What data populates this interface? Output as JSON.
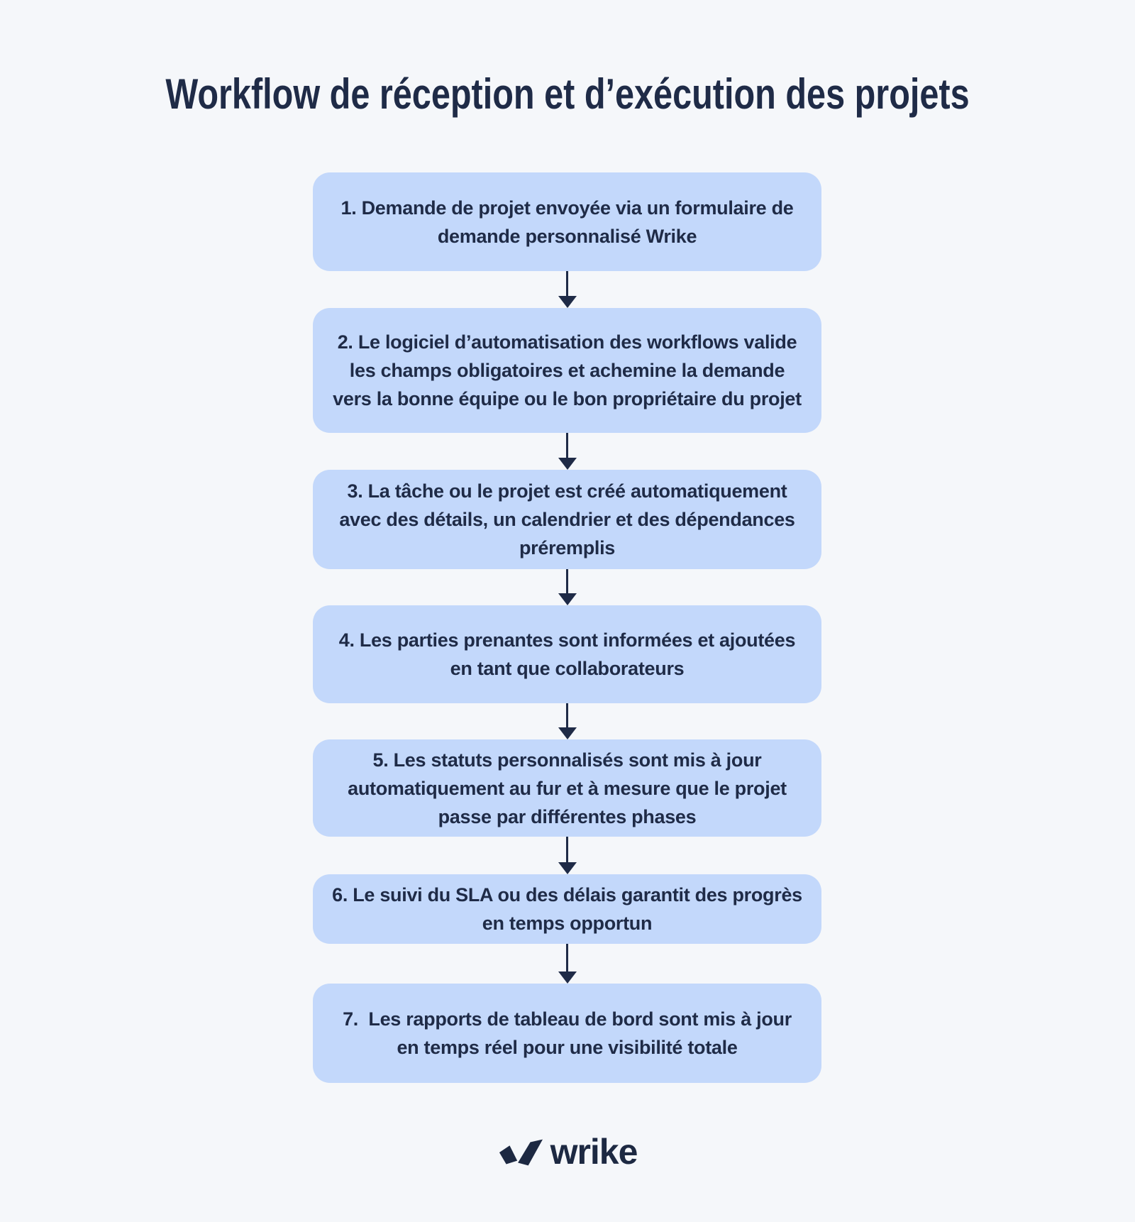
{
  "colors": {
    "background": "#f5f7fa",
    "box_fill": "#c3d8fb",
    "ink": "#1f2b47"
  },
  "title": "Workflow de réception et d’exécution des projets",
  "flow": {
    "steps": [
      {
        "lines": [
          "1. Demande de projet envoyée via un formulaire de",
          "demande personnalisé Wrike"
        ]
      },
      {
        "lines": [
          "2. Le logiciel d’automatisation des workflows valide",
          "les champs obligatoires et achemine la demande",
          "vers la bonne équipe ou le bon propriétaire du projet"
        ]
      },
      {
        "lines": [
          "3. La tâche ou le projet est créé automatiquement",
          "avec des détails, un calendrier et des dépendances",
          "préremplis"
        ]
      },
      {
        "lines": [
          "4. Les parties prenantes sont informées et ajoutées",
          "en tant que collaborateurs"
        ]
      },
      {
        "lines": [
          "5. Les statuts personnalisés sont mis à jour",
          "automatiquement au fur et à mesure que le projet",
          "passe par différentes phases"
        ]
      },
      {
        "lines": [
          "6. Le suivi du SLA ou des délais garantit des progrès",
          "en temps opportun"
        ]
      },
      {
        "lines": [
          "7.  Les rapports de tableau de bord sont mis à jour",
          "en temps réel pour une visibilité totale"
        ]
      }
    ]
  },
  "footer": {
    "brand": "wrike",
    "icon": "wrike-double-check-icon"
  }
}
